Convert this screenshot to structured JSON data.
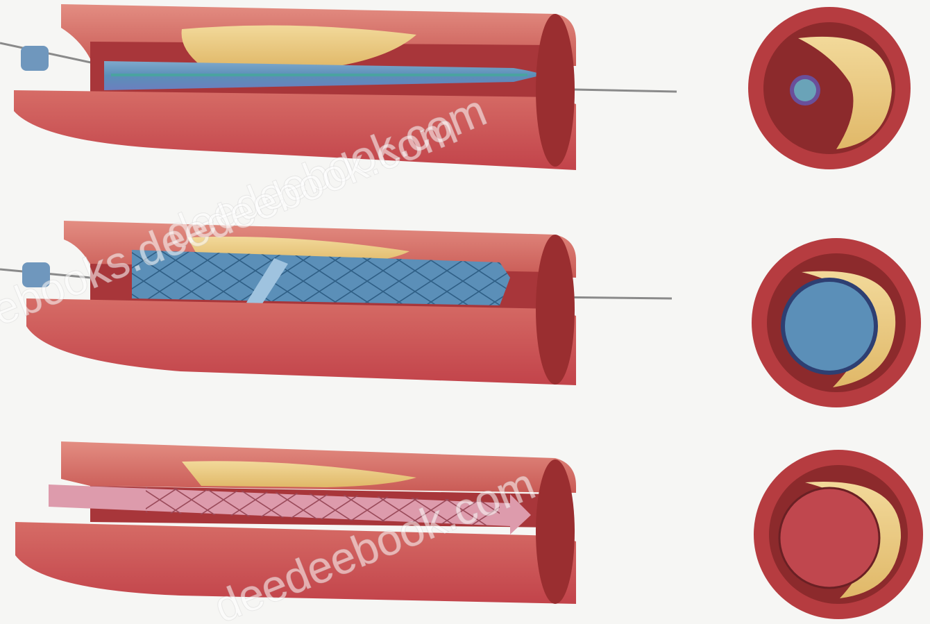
{
  "watermark": {
    "line1": "deedeebook.com",
    "line2": "ebooks.deedeebook.com",
    "line3": "deedeebook.com"
  },
  "colors": {
    "artery_wall": "#c8474a",
    "artery_outer": "#d9736c",
    "artery_dark": "#8c2a2c",
    "plaque": "#e8c878",
    "balloon": "#5b8fb8",
    "stent": "#4a7fa8",
    "guidewire": "#7a7a7a",
    "lumen_open": "#d88a9a",
    "background": "#f6f6f4"
  }
}
